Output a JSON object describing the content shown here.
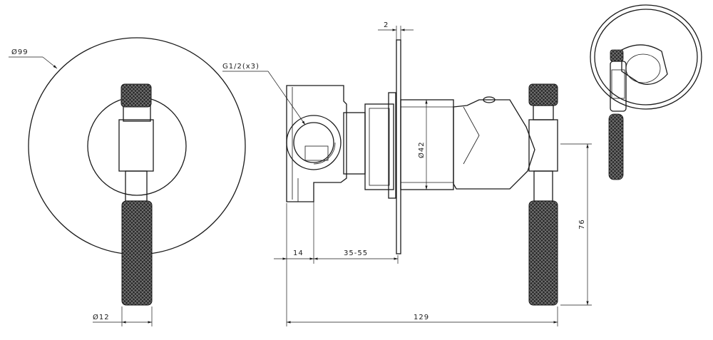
{
  "dimensions": {
    "plate_diameter": "Ø99",
    "handle_diameter": "Ø12",
    "thread_spec": "G1/2(x3)",
    "plate_thickness": "2",
    "body_diameter": "Ø42",
    "offset_depth": "14",
    "wall_depth_range": "35-55",
    "total_depth": "129",
    "handle_height": "76"
  }
}
